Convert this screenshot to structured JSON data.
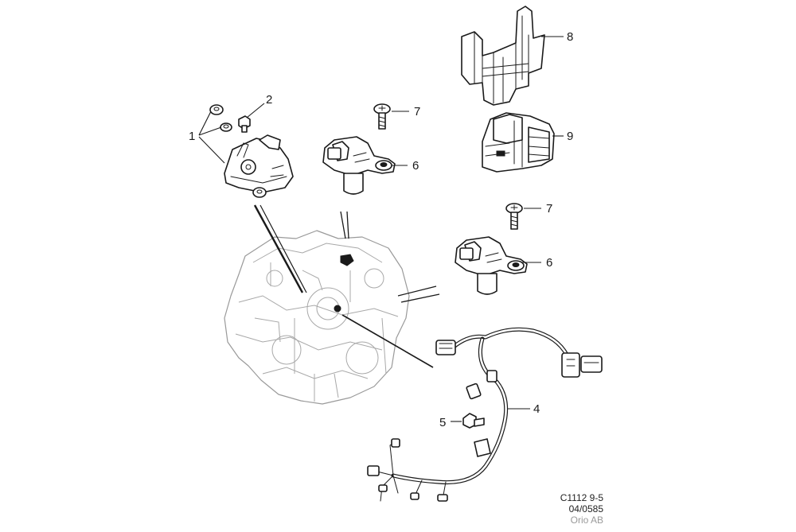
{
  "callouts": {
    "c1": "1",
    "c2": "2",
    "c4": "4",
    "c5": "5",
    "c6a": "6",
    "c6b": "6",
    "c7a": "7",
    "c7b": "7",
    "c8": "8",
    "c9": "9"
  },
  "caption": {
    "line1": "C1112 9-5",
    "line2": "04/0585",
    "line3": "Orio AB"
  }
}
